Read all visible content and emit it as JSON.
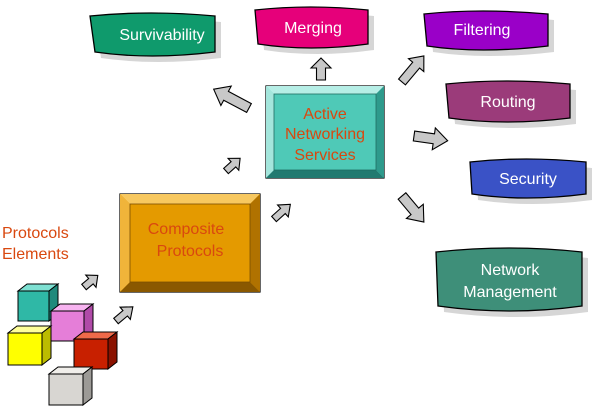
{
  "side_label": {
    "line1": "Protocols",
    "line2": "Elements"
  },
  "composite": {
    "line1": "Composite",
    "line2": "Protocols"
  },
  "center": {
    "line1": "Active",
    "line2": "Networking",
    "line3": "Services"
  },
  "services": {
    "survivability": "Survivability",
    "merging": "Merging",
    "filtering": "Filtering",
    "routing": "Routing",
    "security": "Security",
    "network_management": {
      "line1": "Network",
      "line2": "Management"
    }
  },
  "colors": {
    "survivability": "#0f9a6c",
    "merging": "#e6007a",
    "filtering": "#9a00c8",
    "routing": "#9b3b7a",
    "security": "#3a52c6",
    "network_management": "#3e8f79",
    "center_box": "#4fc9b7",
    "composite_box": "#e49a00",
    "accent_text": "#d9480f"
  }
}
